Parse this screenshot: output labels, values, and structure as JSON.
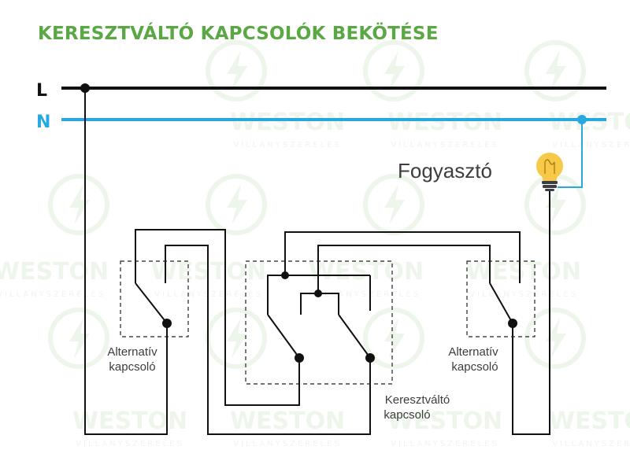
{
  "title": "KERESZTVÁLTÓ KAPCSOLÓK BEKÖTÉSE",
  "colors": {
    "title": "#5aa844",
    "wire": "#111111",
    "neutral": "#27a8e0",
    "label_dark": "#3d3d3d",
    "bulb_glass": "#f7c948",
    "bulb_base": "#3a3f44",
    "watermark": "#eef6ec"
  },
  "lines": {
    "phase_label": "L",
    "neutral_label": "N"
  },
  "consumer": {
    "label": "Fogyasztó",
    "icon": "light-bulb-icon"
  },
  "switches": {
    "left": {
      "line1": "Alternatív",
      "line2": "kapcsoló"
    },
    "middle": {
      "line1": "Keresztváltó",
      "line2": "kapcsoló"
    },
    "right": {
      "line1": "Alternatív",
      "line2": "kapcsoló"
    }
  },
  "watermark": {
    "brand": "WESTON",
    "tagline": "VILLANYSZERELÉS",
    "icon": "lightning-bulb-logo-icon"
  }
}
